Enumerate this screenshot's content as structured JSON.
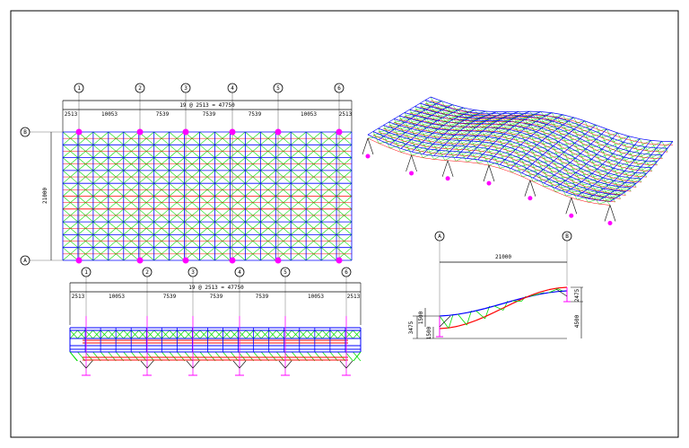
{
  "colors": {
    "top_chord": "#0000ff",
    "bottom_chord": "#ff0000",
    "web": "#00dd00",
    "support": "#ff00ff",
    "axis": "#000000"
  },
  "plan": {
    "column_axes": [
      "1",
      "2",
      "3",
      "4",
      "5",
      "6"
    ],
    "row_axes": [
      "B",
      "A"
    ],
    "overall_dim": "19 @ 2513 = 47750",
    "span_dims": [
      "2513",
      "10053",
      "7539",
      "7539",
      "7539",
      "10053",
      "2513"
    ],
    "width_dim": "21000"
  },
  "elevation": {
    "column_axes": [
      "1",
      "2",
      "3",
      "4",
      "5",
      "6"
    ],
    "overall_dim": "19 @ 2513 = 47750",
    "span_dims": [
      "2513",
      "10053",
      "7539",
      "7539",
      "7539",
      "10053",
      "2513"
    ]
  },
  "section": {
    "axes": [
      "A",
      "B"
    ],
    "span_dim": "21000",
    "left_dims": [
      "3475",
      "1500",
      "1500"
    ],
    "right_dims": [
      "2475",
      "4500"
    ]
  }
}
